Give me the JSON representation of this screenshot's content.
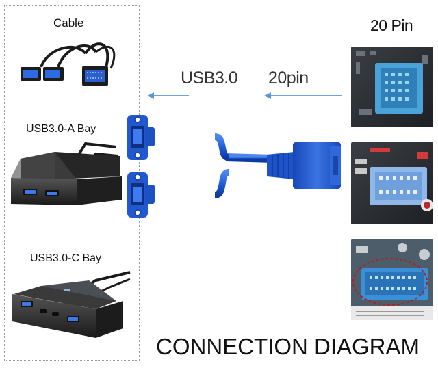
{
  "labels": {
    "cable": "Cable",
    "usb30_a_bay": "USB3.0-A Bay",
    "usb30_c_bay": "USB3.0-C Bay",
    "pin_header": "20 Pin",
    "usb30": "USB3.0",
    "pin20": "20pin",
    "title": "CONNECTION DIAGRAM"
  },
  "colors": {
    "cable_blue": "#1f5fd6",
    "cable_dark": "#0c2f8a",
    "connector_blue": "#2a63d4",
    "arrow": "#4a8fd4",
    "bay_metal": "#2c2c2e",
    "header_blue": "#4aa3d8"
  },
  "icons": [
    "arrow-left-icon",
    "usb-port-icon",
    "motherboard-header-icon"
  ]
}
